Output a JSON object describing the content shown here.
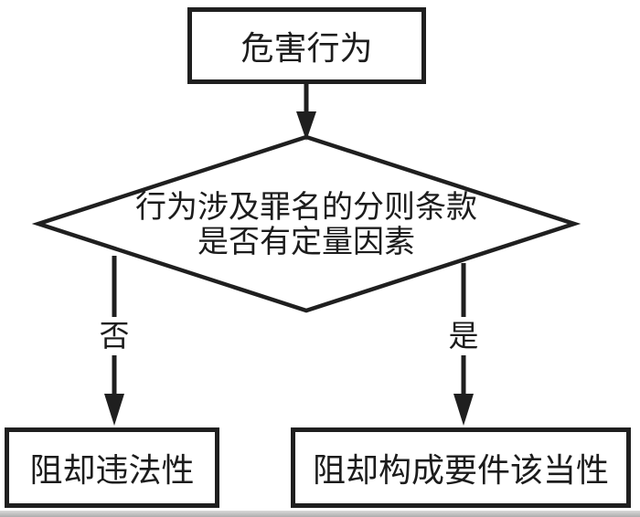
{
  "diagram": {
    "title": "criminal-act-quantitative-factor-flowchart",
    "nodes": {
      "start": {
        "label": "危害行为"
      },
      "decision": {
        "line1": "行为涉及罪名的分则条款",
        "line2": "是否有定量因素"
      },
      "no_result": {
        "label": "阻却违法性"
      },
      "yes_result": {
        "label": "阻却构成要件该当性"
      }
    },
    "edges": {
      "no_label": "否",
      "yes_label": "是"
    },
    "colors": {
      "stroke": "#1f1f1f",
      "text": "#1c1c1c",
      "background": "#ffffff",
      "scan_edge_gray": "#b5b5b5"
    }
  }
}
